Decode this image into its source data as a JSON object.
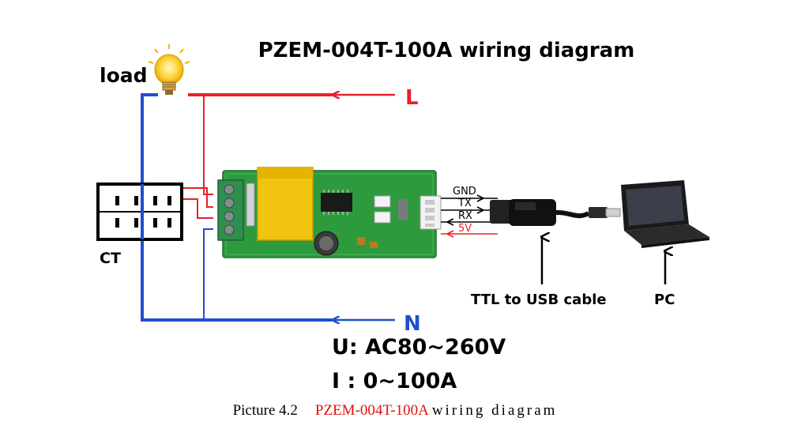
{
  "title": "PZEM-004T-100A wiring diagram",
  "labels": {
    "load": "load",
    "ct": "CT",
    "live": "L",
    "neutral": "N",
    "gnd": "GND",
    "tx": "TX",
    "rx": "RX",
    "v5": "5V",
    "usb_cable": "TTL to USB cable",
    "pc": "PC"
  },
  "specs": {
    "voltage": "U: AC80~260V",
    "current": "I : 0~100A"
  },
  "caption": {
    "number": "Picture 4.2",
    "model": "PZEM-004T-100A",
    "desc": "wiring diagram"
  },
  "colors": {
    "live_wire": "#e8202a",
    "neutral_wire": "#1f4fd1",
    "pcb": "#2e9a3e",
    "transformer": "#f1c40f",
    "caption_accent": "#e01010"
  }
}
